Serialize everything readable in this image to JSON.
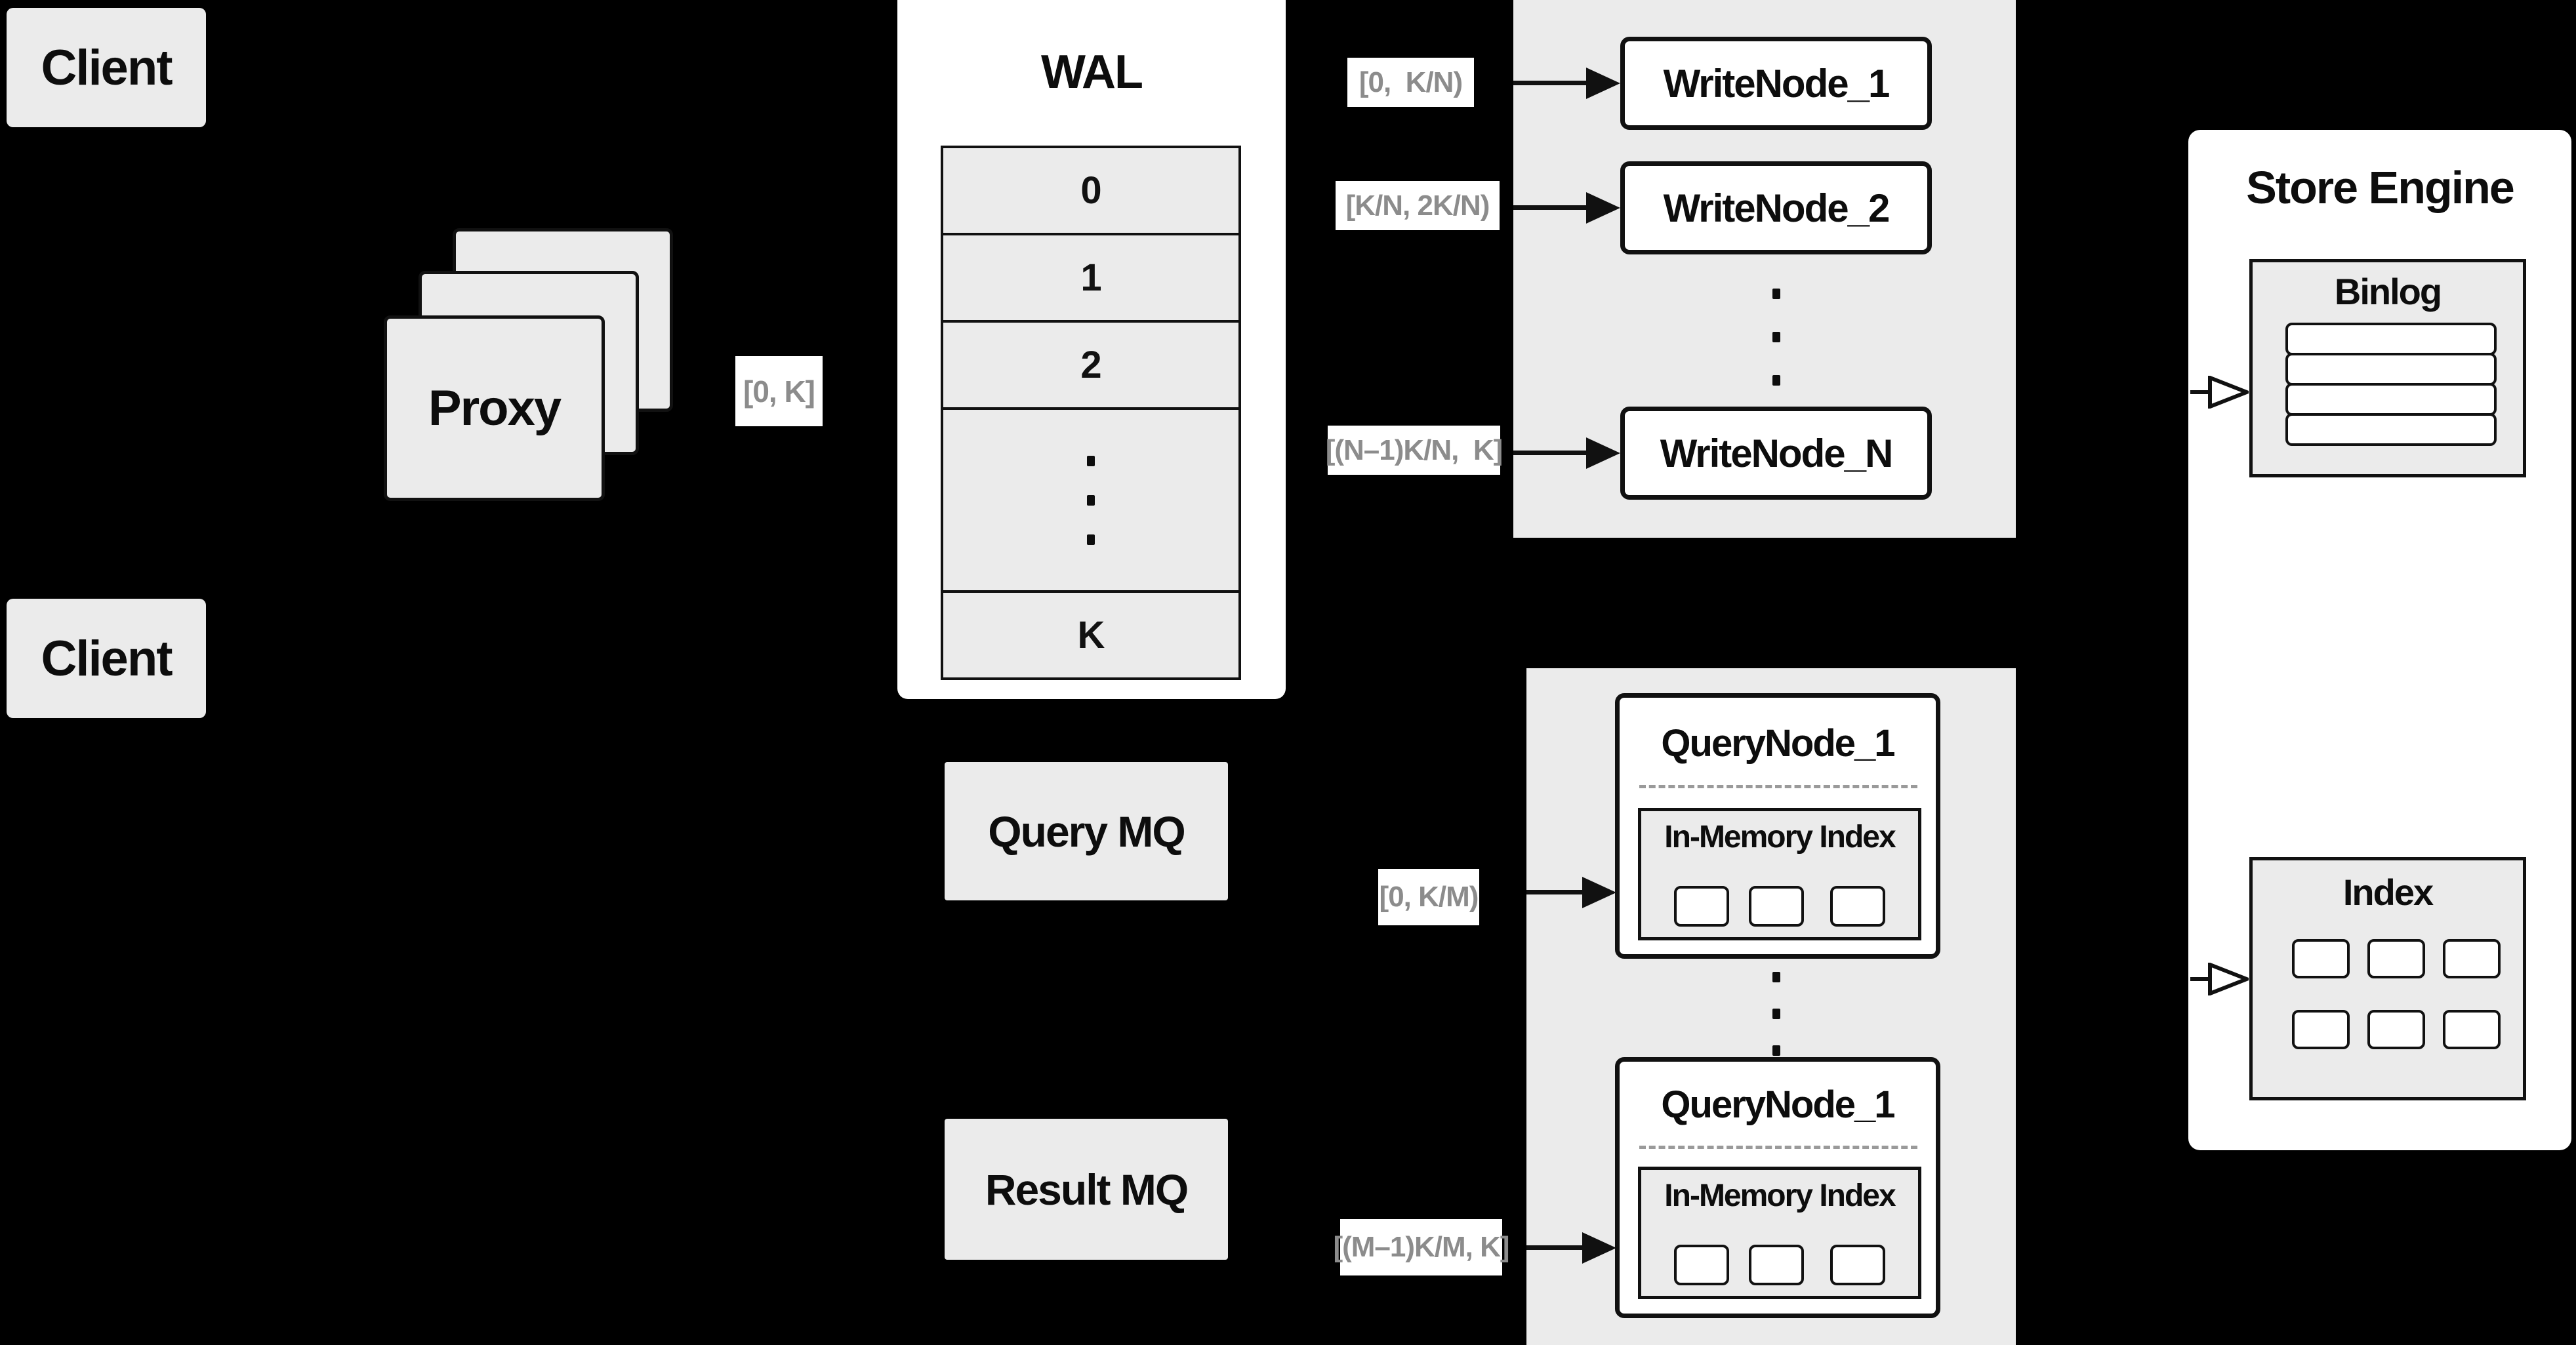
{
  "clients": {
    "top": "Client",
    "bottom": "Client"
  },
  "proxy": {
    "label": "Proxy",
    "range": "[0, K]"
  },
  "wal": {
    "title": "WAL",
    "segments": [
      "0",
      "1",
      "2"
    ],
    "last_segment": "K"
  },
  "write_section": {
    "nodes": [
      {
        "range": "[0,  K/N)",
        "name": "WriteNode_1"
      },
      {
        "range": "[K/N, 2K/N)",
        "name": "WriteNode_2"
      },
      {
        "range": "[(N–1)K/N,  K]",
        "name": "WriteNode_N"
      }
    ]
  },
  "query_section": {
    "nodes": [
      {
        "range": "[0, K/M)",
        "name": "QueryNode_1",
        "index_label": "In-Memory Index"
      },
      {
        "range": "[(M–1)K/M, K]",
        "name": "QueryNode_1",
        "index_label": "In-Memory Index"
      }
    ]
  },
  "mq": {
    "query": "Query MQ",
    "result": "Result MQ"
  },
  "store_engine": {
    "title": "Store Engine",
    "binlog_title": "Binlog",
    "index_title": "Index"
  },
  "colors": {
    "background": "#000000",
    "panel_gray": "#ebebeb",
    "box_white": "#ffffff",
    "line_black": "#111111",
    "label_text": "#8c8c8c"
  }
}
